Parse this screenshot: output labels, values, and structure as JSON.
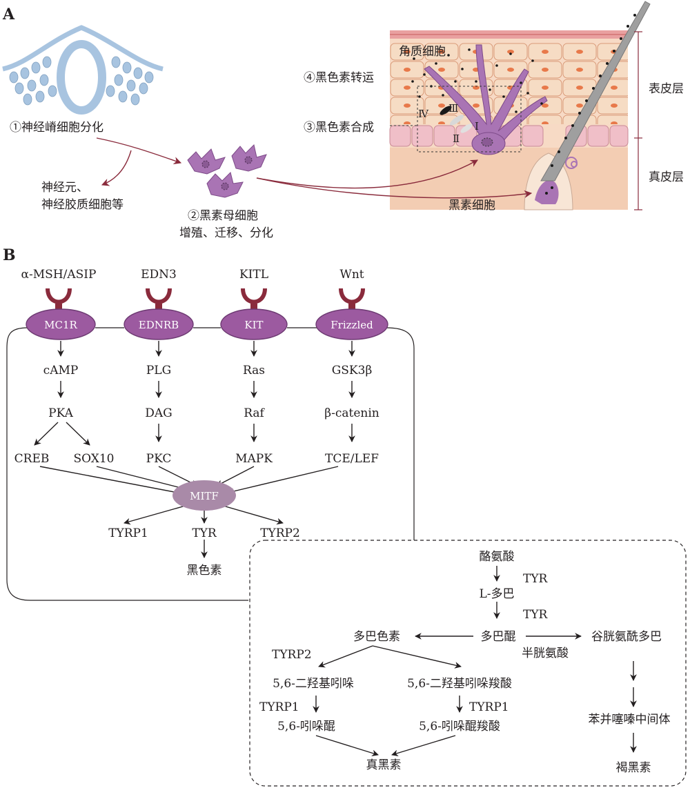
{
  "panelA": {
    "label": "A",
    "step1": "①神经嵴细胞分化",
    "neurons": [
      "神经元、",
      "神经胶质细胞等"
    ],
    "step2": "②黑素母细胞",
    "step2b": "增殖、迁移、分化",
    "keratinocyte": "角质细胞",
    "step4": "④黑色素转运",
    "step3": "③黑色素合成",
    "stages": [
      "Ⅳ",
      "Ⅲ",
      "Ⅰ",
      "Ⅱ"
    ],
    "melanocyte": "黑素细胞",
    "epidermis": "表皮层",
    "dermis": "真皮层"
  },
  "panelB": {
    "label": "B",
    "ligands": [
      "α-MSH/ASIP",
      "EDN3",
      "KITL",
      "Wnt"
    ],
    "receptors": [
      "MC1R",
      "EDNRB",
      "KIT",
      "Frizzled"
    ],
    "col1": [
      "cAMP",
      "PKA",
      "CREB",
      "SOX10"
    ],
    "col2": [
      "PLG",
      "DAG",
      "PKC"
    ],
    "col3": [
      "Ras",
      "Raf",
      "MAPK"
    ],
    "col4": [
      "GSK3β",
      "β-catenin",
      "TCE/LEF"
    ],
    "mitf": "MITF",
    "targets": [
      "TYRP1",
      "TYR",
      "TYRP2"
    ],
    "melanin": "黑色素"
  },
  "synthesis": {
    "tyrosine": "酪氨酸",
    "tyr1": "TYR",
    "ldopa": "L-多巴",
    "tyr2": "TYR",
    "dopaquinone": "多巴醌",
    "dopachrome": "多巴色素",
    "glutathione": "谷胱氨酰多巴",
    "cysteine": "半胱氨酸",
    "tyrp2": "TYRP2",
    "dhi": "5,6-二羟基吲哚",
    "dhica": "5,6-二羟基吲哚羧酸",
    "tyrp1a": "TYRP1",
    "tyrp1b": "TYRP1",
    "iq": "5,6-吲哚醌",
    "iqca": "5,6-吲哚醌羧酸",
    "benzo": "苯并噻嗪中间体",
    "eumelanin": "真黑素",
    "pheomelanin": "褐黑素"
  },
  "colors": {
    "receptor": "#9c5aa0",
    "receptorStem": "#8a2b3c",
    "mitf": "#a98aa8",
    "neuralTube": "#a8c4e0",
    "skin": "#f4d3b8",
    "cellNucleus": "#e8794a",
    "arrowRed": "#8a2b3c"
  }
}
